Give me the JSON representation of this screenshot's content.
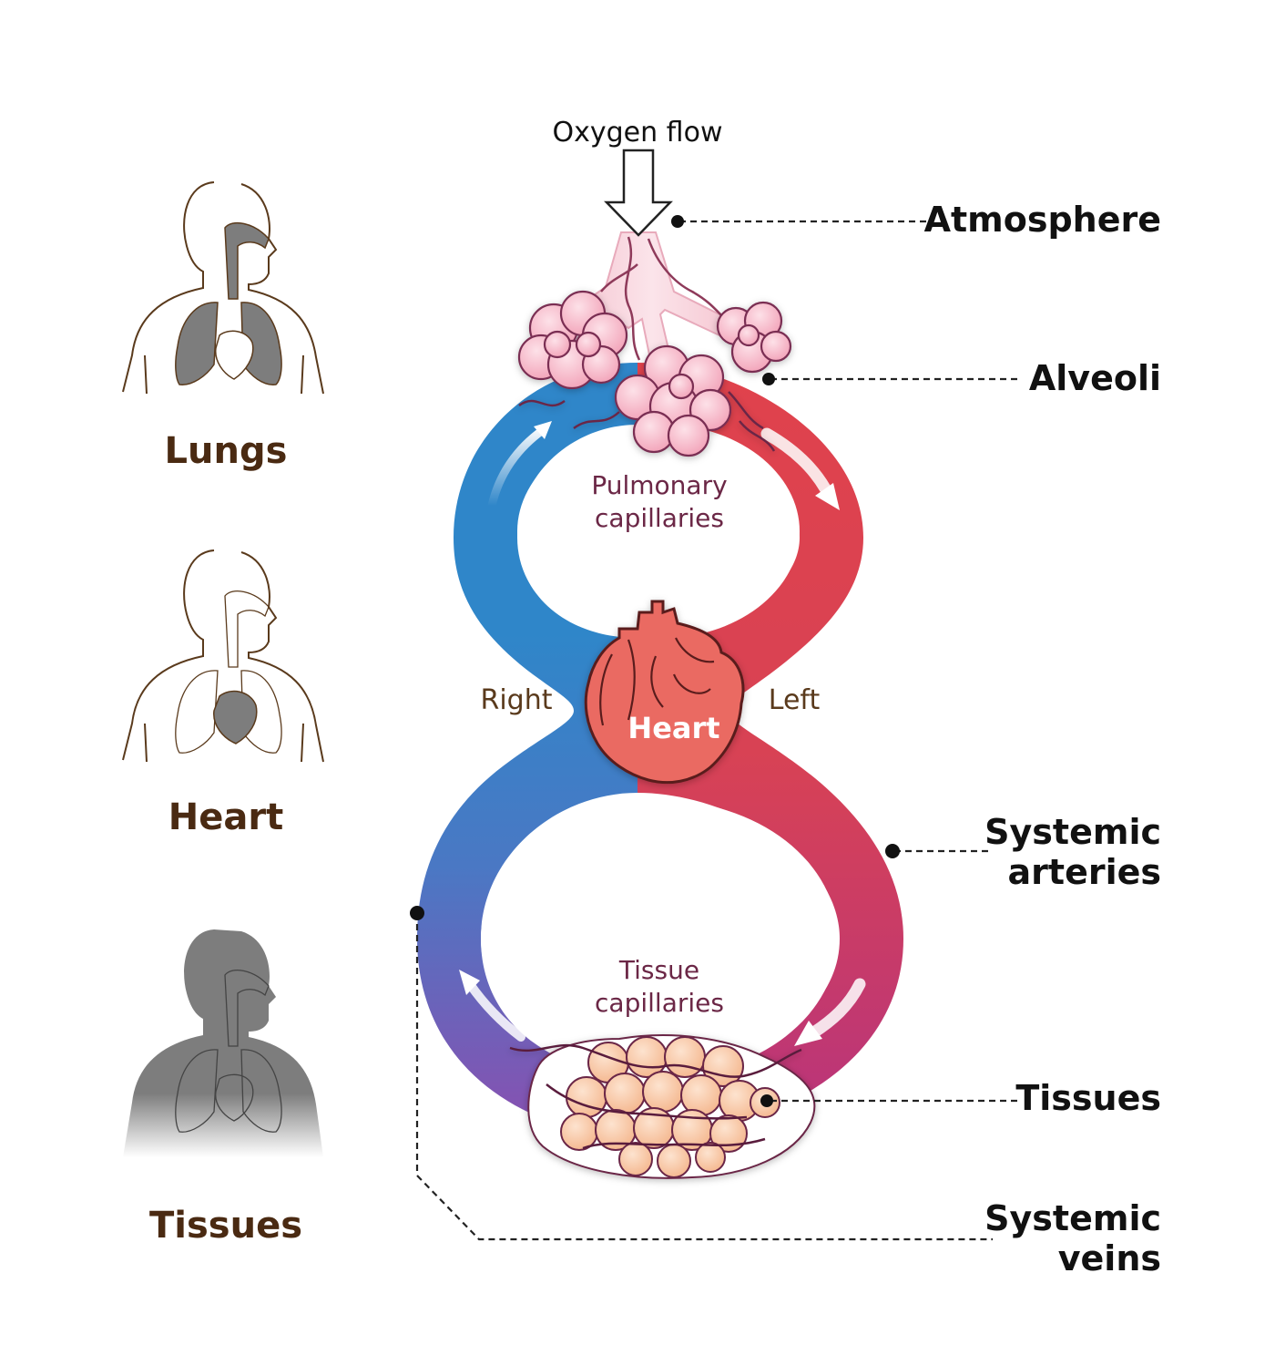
{
  "labels": {
    "oxygen_flow": "Oxygen flow",
    "atmosphere": "Atmosphere",
    "alveoli": "Alveoli",
    "systemic_arteries": [
      "Systemic",
      "arteries"
    ],
    "tissues_right": "Tissues",
    "systemic_veins": [
      "Systemic",
      "veins"
    ],
    "pulmonary_capillaries": [
      "Pulmonary",
      "capillaries"
    ],
    "tissue_capillaries": [
      "Tissue",
      "capillaries"
    ],
    "heart_center": "Heart",
    "right_side": "Right",
    "left_side": "Left"
  },
  "figures": [
    {
      "label": "Lungs",
      "highlight": "lungs"
    },
    {
      "label": "Heart",
      "highlight": "heart"
    },
    {
      "label": "Tissues",
      "highlight": "tissues"
    }
  ],
  "colors": {
    "deoxygenated": "#2f86c9",
    "oxygenated": "#e0424c",
    "venous_lower": "#8a4fb0",
    "arterial_lower": "#b8347c",
    "alveoli_fill": "#f7b9c9",
    "tissue_fill": "#f9c9a7",
    "heart_fill": "#ea6a62",
    "vessel": "#6b2746",
    "figure_shade": "#7d7d7d",
    "text_dark": "#4a2a12"
  }
}
